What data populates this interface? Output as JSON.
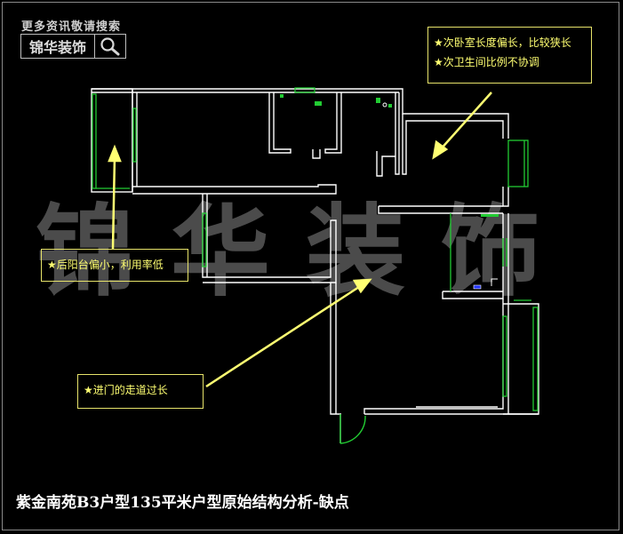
{
  "header": {
    "tagline": "更多资讯敬请搜索",
    "logo_text": "锦华装饰"
  },
  "watermark": "锦华装饰",
  "notes": {
    "bedroom": [
      "★次卧室长度偏长，比较狭长",
      "★次卫生间比例不协调"
    ],
    "balcony": [
      "★后阳台偏小，利用率低"
    ],
    "corridor": [
      "★进门的走道过长"
    ]
  },
  "caption": "紫金南苑B3户型135平米户型原始结构分析-缺点",
  "colors": {
    "wall": "#ffffff",
    "window": "#22cc33",
    "annotation": "#ffff72",
    "watermark": "#4b4b4b"
  },
  "icons": [
    "magnifier-icon"
  ]
}
